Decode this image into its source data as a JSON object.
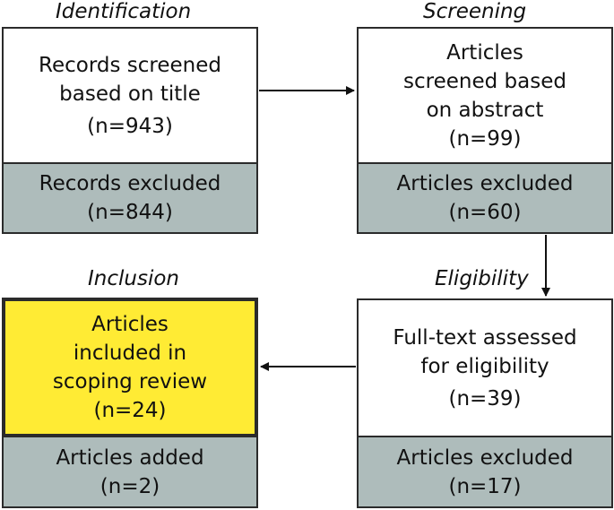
{
  "stages": {
    "identification": "Identification",
    "screening": "Screening",
    "inclusion": "Inclusion",
    "eligibility": "Eligibility"
  },
  "boxes": {
    "title_screen": {
      "lines": [
        "Records screened",
        "based on title"
      ],
      "count": "(n=943)"
    },
    "title_excluded": {
      "lines": [
        "Records excluded"
      ],
      "count": "(n=844)"
    },
    "abstract_screen": {
      "lines": [
        "Articles",
        "screened based",
        "on abstract"
      ],
      "count": "(n=99)"
    },
    "abstract_excluded": {
      "lines": [
        "Articles excluded"
      ],
      "count": "(n=60)"
    },
    "fulltext": {
      "lines": [
        "Full-text assessed",
        "for eligibility"
      ],
      "count": "(n=39)"
    },
    "fulltext_excluded": {
      "lines": [
        "Articles excluded"
      ],
      "count": "(n=17)"
    },
    "included": {
      "lines": [
        "Articles",
        "included in",
        "scoping review"
      ],
      "count": "(n=24)"
    },
    "added": {
      "lines": [
        "Articles added"
      ],
      "count": "(n=2)"
    }
  },
  "colors": {
    "included_fill": "#ffeb34",
    "excluded_fill": "#aebcbb",
    "border": "#2b2b2b"
  }
}
